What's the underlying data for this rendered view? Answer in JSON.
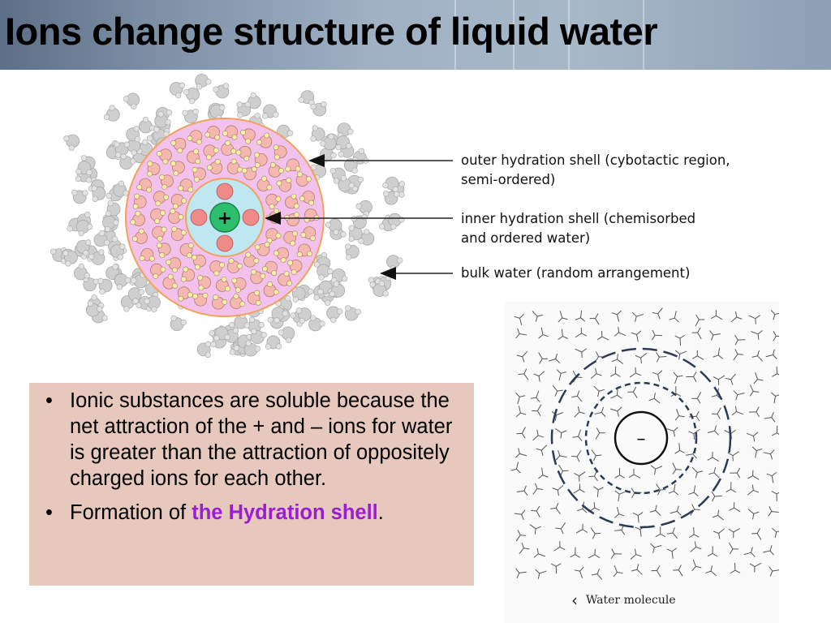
{
  "slide": {
    "title": "Ions change structure of liquid water"
  },
  "hydration_diagram": {
    "ion_symbol": "+",
    "callouts": [
      {
        "line1": "outer hydration shell (cybotactic region,",
        "line2": "semi-ordered)"
      },
      {
        "line1": "inner hydration shell (chemisorbed",
        "line2": "and ordered water)"
      },
      {
        "line1": "bulk water (random arrangement)",
        "line2": ""
      }
    ],
    "colors": {
      "ion": "#2dbf6e",
      "inner_shell": "#bfe7f2",
      "outer_shell": "#f2c2ec",
      "bulk_molecule": "#cfcfcf",
      "shell_molecule": "#f4b8b0",
      "hydrogen": "#f6f0a4",
      "shell_border": "#f0a35a"
    }
  },
  "text_box": {
    "bullet1": "Ionic substances are soluble because the net attraction of the + and – ions for water is greater than the attraction of oppositely charged ions for each other.",
    "bullet2_prefix": "Formation of ",
    "bullet2_highlight": "the Hydration shell",
    "bullet2_suffix": ".",
    "background": "#e6c9bc",
    "highlight_color": "#9a1cd6"
  },
  "water_structure": {
    "ion_symbol": "–",
    "legend_label": "Water molecule"
  }
}
